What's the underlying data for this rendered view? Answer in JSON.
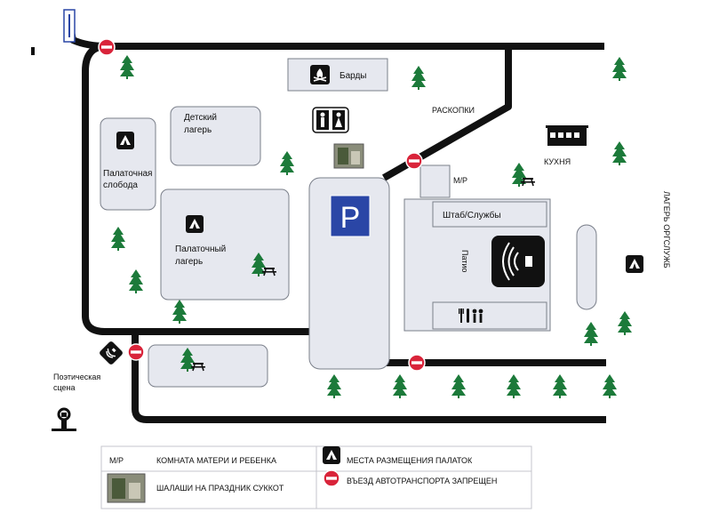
{
  "labels": {
    "bards": "Барды",
    "kids_camp_1": "Детский",
    "kids_camp_2": "лагерь",
    "excavations": "РАСКОПКИ",
    "kitchen": "КУХНЯ",
    "tent_slobodа_1": "Палаточная",
    "tent_slobodа_2": "слобода",
    "tent_camp_1": "Палаточный",
    "tent_camp_2": "лагерь",
    "mr": "М/Р",
    "hq": "Штаб/Службы",
    "patio": "Патио",
    "orgs_camp": "ЛАГЕРЬ ОРГСЛУЖБ",
    "poetic_stage_1": "Поэтическая",
    "poetic_stage_2": "сцена"
  },
  "legend": {
    "mr_key": "М/Р",
    "mr_desc": "КОМНАТА МАТЕРИ И РЕБЕНКА",
    "tents_desc": "МЕСТА РАЗМЕЩЕНИЯ ПАЛАТОК",
    "huts_desc": "ШАЛАШИ НА ПРАЗДНИК СУККОТ",
    "noentry_desc": "ВЪЕЗД АВТОТРАНСПОРТА ЗАПРЕЩЕН"
  },
  "parking_letter": "P",
  "icons": [
    "campfire-icon",
    "restroom-icon",
    "tent-icon",
    "tree-icon",
    "picnic-table-icon",
    "no-entry-icon",
    "sound-speaker-icon",
    "cutlery-icon",
    "kitchen-building-icon",
    "sukkah-photo-icon",
    "info-icon",
    "stage-icon"
  ],
  "colors": {
    "road": "#111111",
    "zone_fill": "#e6e8ef",
    "zone_stroke": "#7a7f8a",
    "tree": "#1c7a3a",
    "no_entry": "#d9243a",
    "parking": "#2a46a6"
  }
}
